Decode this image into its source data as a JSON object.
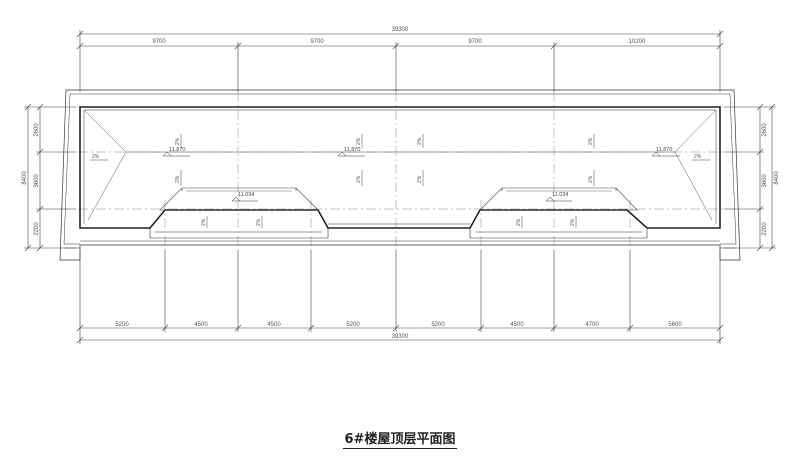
{
  "plan": {
    "title": "6#楼屋顶层平面图",
    "dimensions": {
      "top_overall": "39300",
      "top_segments": [
        "9700",
        "9700",
        "9700",
        "10200"
      ],
      "bottom_overall": "39300",
      "bottom_segments": [
        "5200",
        "4500",
        "4500",
        "5200",
        "5200",
        "4500",
        "4700",
        "5600"
      ],
      "left_overall": "8400",
      "left_segments": [
        "2600",
        "3600",
        "2200"
      ],
      "right_overall": "8400",
      "right_segments": [
        "2600",
        "3600",
        "2200"
      ]
    },
    "elevations": {
      "roof_left": "11.870",
      "roof_center": "11.870",
      "roof_right": "11.870",
      "recess_left": "11.034",
      "recess_right": "11.034"
    },
    "slopes": {
      "edge_left": "2%",
      "edge_right": "2%",
      "mid_1": "2%",
      "mid_2": "2%",
      "mid_3": "2%",
      "mid_4": "2%",
      "mid_5": "2%",
      "mid_6": "2%",
      "low_1": "2%",
      "low_2": "2%",
      "low_3": "2%",
      "low_4": "2%",
      "low_5": "2%",
      "low_6": "2%"
    }
  }
}
